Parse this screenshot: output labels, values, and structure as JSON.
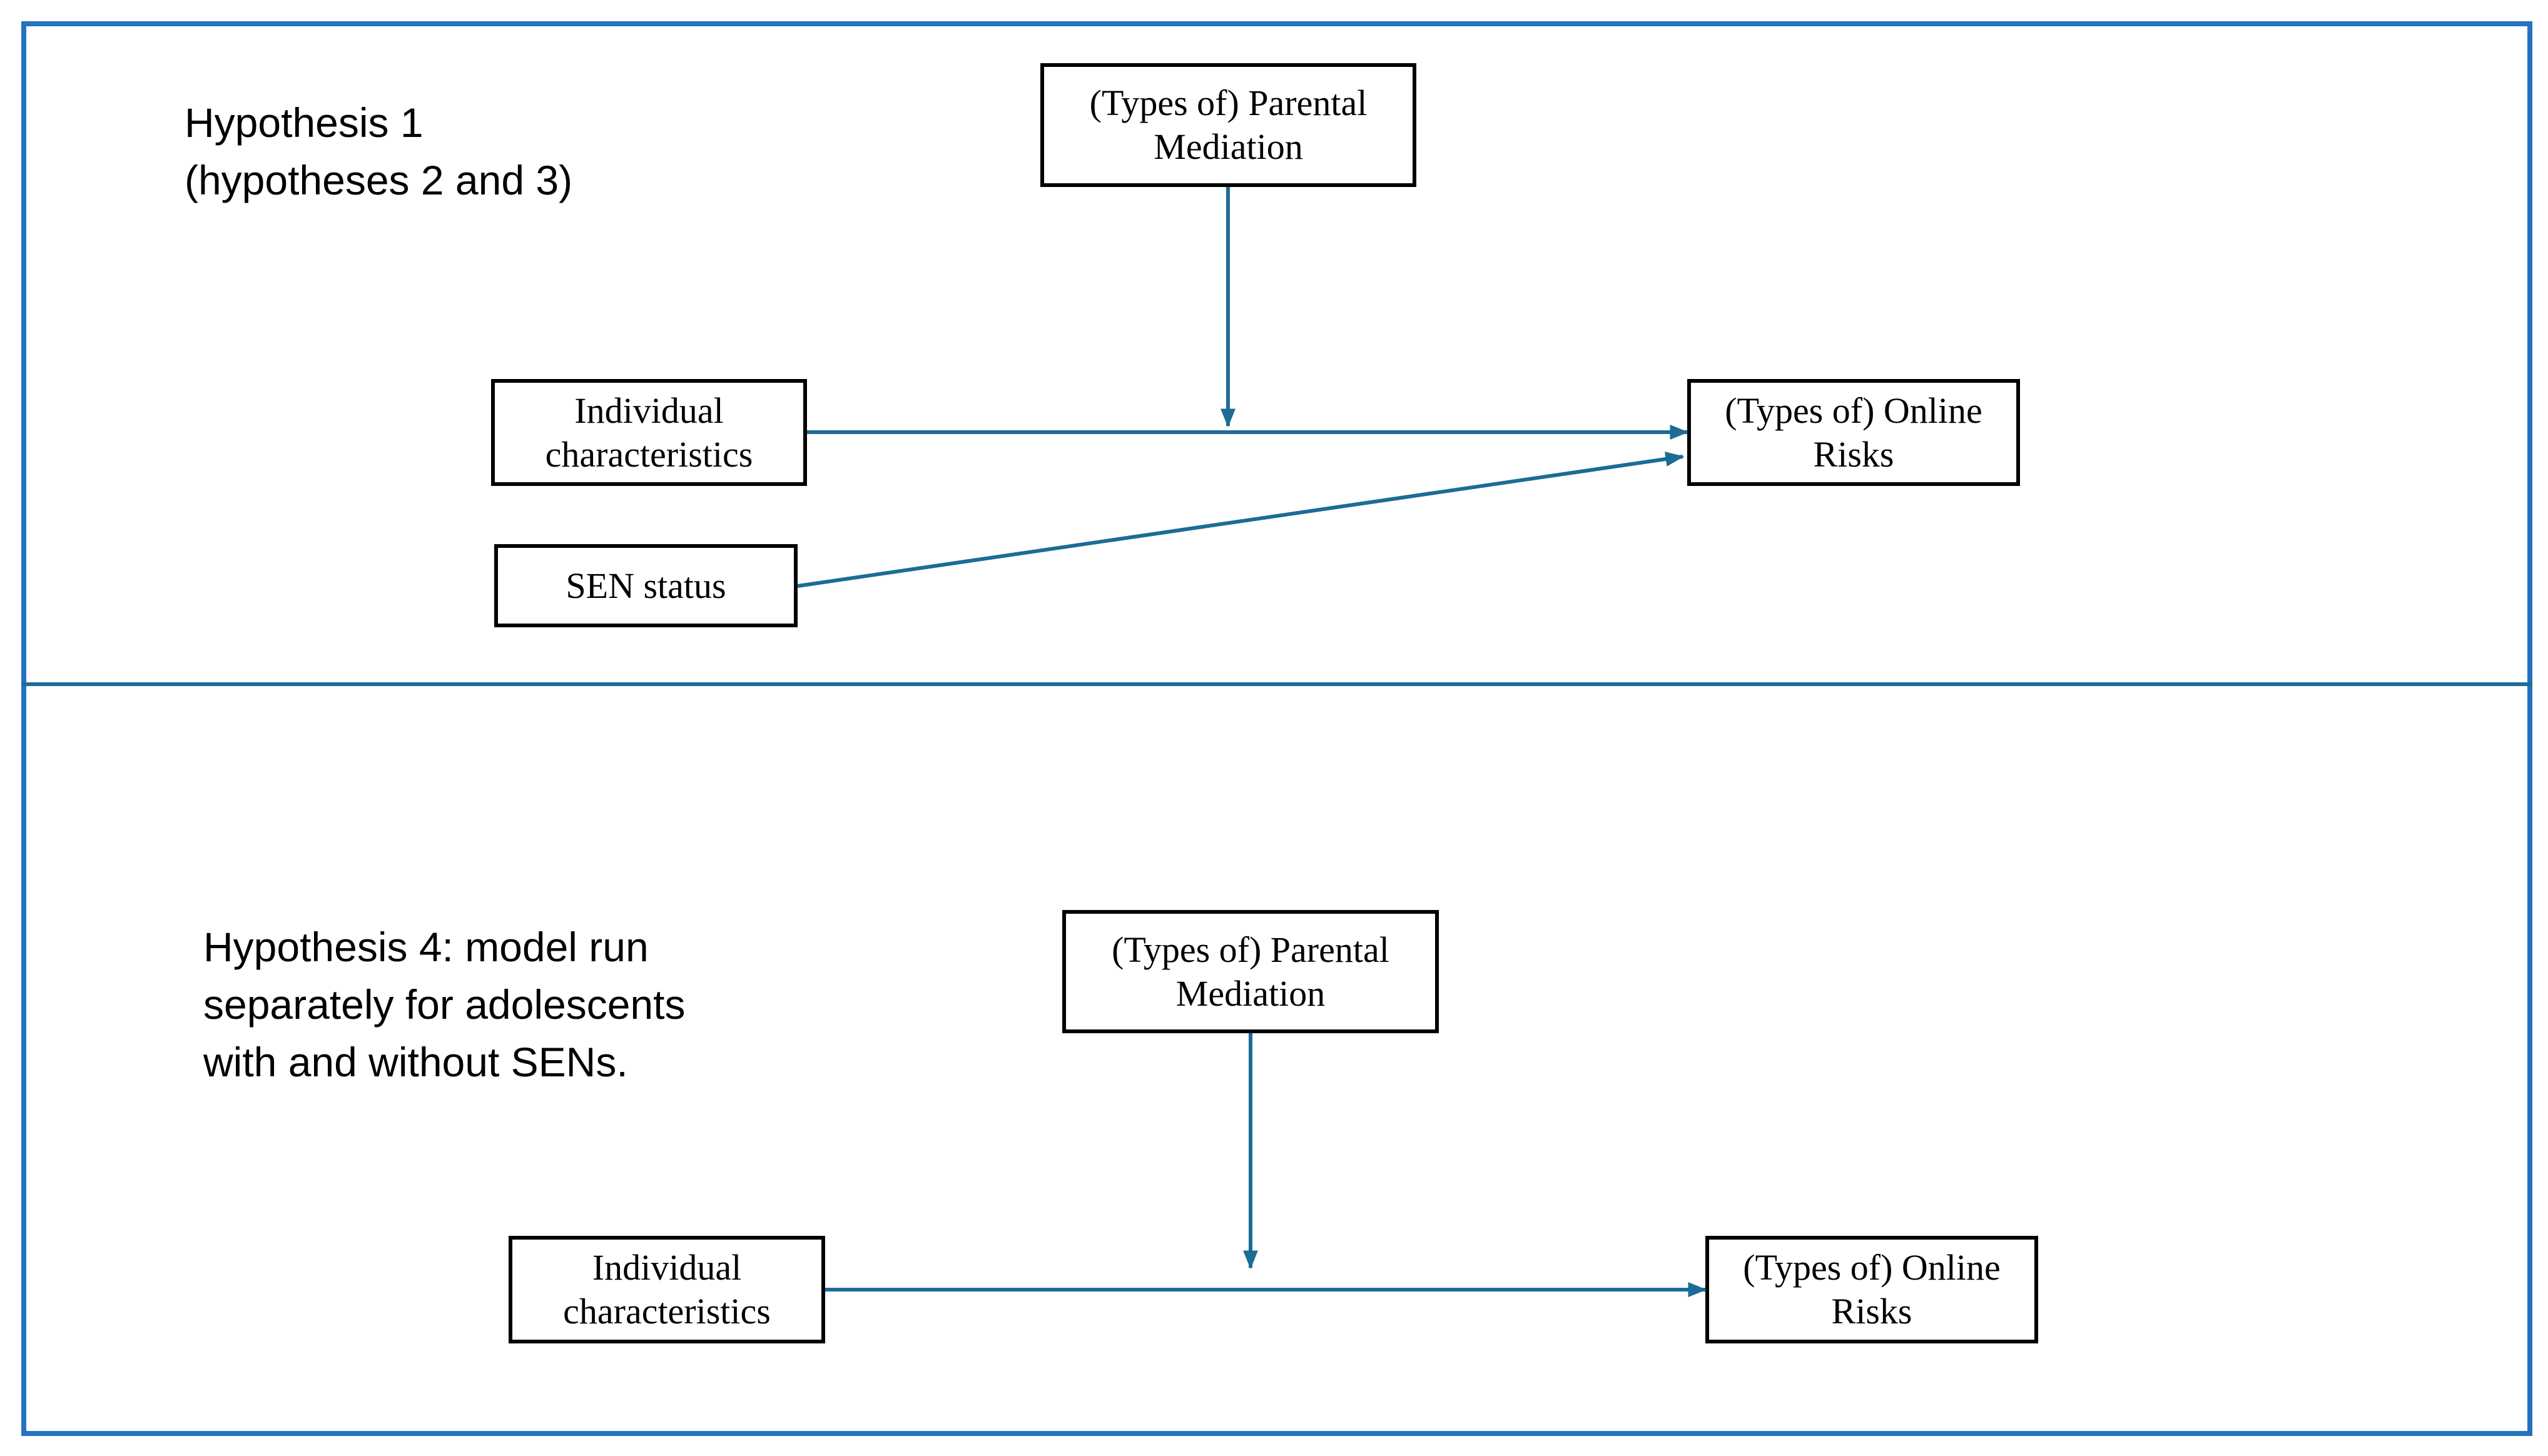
{
  "panel_top": {
    "heading_lines": [
      "Hypothesis 1",
      "(hypotheses 2 and 3)"
    ],
    "boxes": {
      "parental_mediation": [
        "(Types of) Parental",
        "Mediation"
      ],
      "individual_characteristics": [
        "Individual",
        "characteristics"
      ],
      "sen_status": [
        "SEN status"
      ],
      "online_risks": [
        "(Types of) Online",
        "Risks"
      ]
    }
  },
  "panel_bottom": {
    "heading_lines": [
      "Hypothesis 4: model run",
      "separately for adolescents",
      "with and without SENs."
    ],
    "boxes": {
      "parental_mediation": [
        "(Types of) Parental",
        "Mediation"
      ],
      "individual_characteristics": [
        "Individual",
        "characteristics"
      ],
      "online_risks": [
        "(Types of) Online",
        "Risks"
      ]
    }
  },
  "colors": {
    "frame": "#2472C0",
    "arrow": "#1C6C96",
    "box_border": "#000000"
  }
}
